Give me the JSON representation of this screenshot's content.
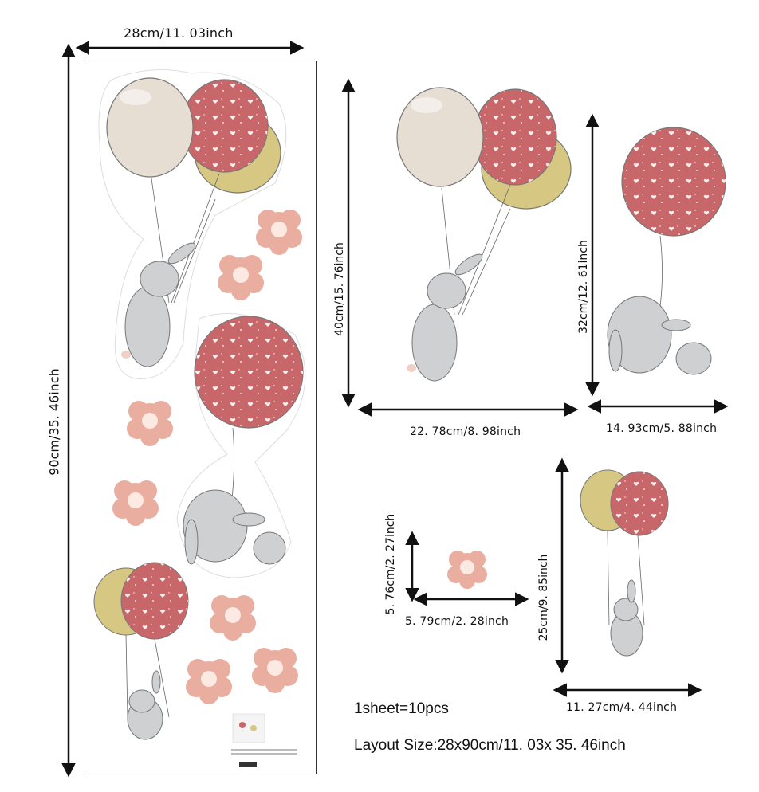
{
  "dimensions": {
    "sheet_width": "28cm/11. 03inch",
    "sheet_height": "90cm/35. 46inch",
    "group_a_height": "40cm/15. 76inch",
    "group_a_width": "22. 78cm/8. 98inch",
    "group_b_height": "32cm/12. 61inch",
    "group_b_width": "14. 93cm/5. 88inch",
    "flower_height": "5. 76cm/2. 27inch",
    "flower_width": "5. 79cm/2. 28inch",
    "group_c_height": "25cm/9. 85inch",
    "group_c_width": "11. 27cm/4. 44inch"
  },
  "info": {
    "sheet_count": "1sheet=10pcs",
    "layout_size": "Layout Size:28x90cm/11. 03x  35. 46inch"
  },
  "colors": {
    "red_balloon": "#c8676a",
    "beige_balloon": "#e6ddd3",
    "olive_balloon": "#d6c882",
    "flower_petal": "#e9ae9f",
    "flower_center": "#fbe9e2",
    "bunny": "#cfd0d2",
    "arrow": "#111111"
  },
  "icons": [
    "arrow-icon",
    "balloon-icon",
    "bunny-icon",
    "flower-icon"
  ]
}
